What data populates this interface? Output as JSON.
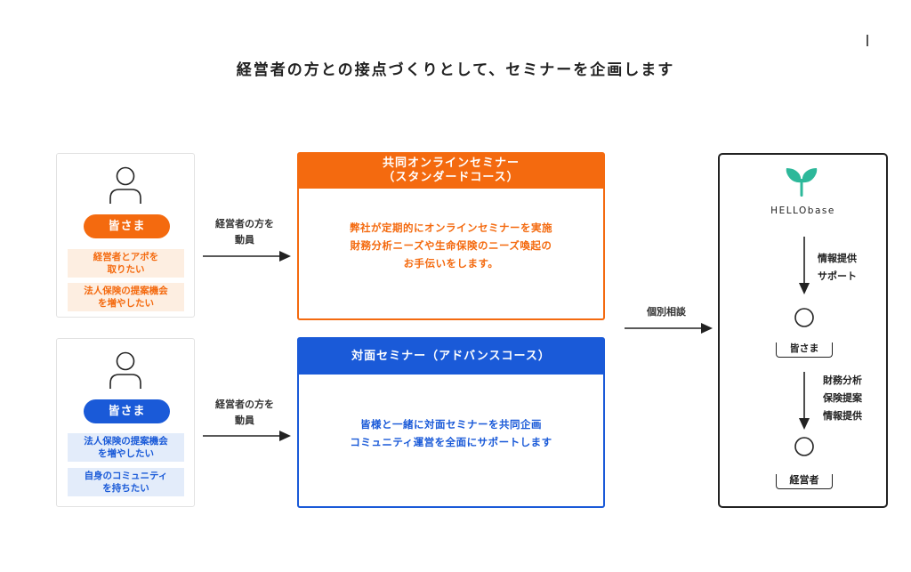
{
  "title": "経営者の方との接点づくりとして、セミナーを企画します",
  "colors": {
    "orange": "#f46a0f",
    "orange_light": "#fdeee1",
    "blue": "#1a5ad8",
    "blue_light": "#e3ecfa",
    "dark": "#222222"
  },
  "top_row": {
    "card": {
      "icon": "person-icon",
      "name": "皆さま",
      "needs": [
        "経営者とアポを\n取りたい",
        "法人保険の提案機会\nを増やしたい"
      ]
    },
    "arrow_label": "経営者の方を\n動員",
    "seminar": {
      "header": "共同オンラインセミナー\n（スタンダードコース）",
      "body": "弊社が定期的にオンラインセミナーを実施\n財務分析ニーズや生命保険のニーズ喚起の\nお手伝いをします。"
    }
  },
  "bottom_row": {
    "card": {
      "icon": "person-icon",
      "name": "皆さま",
      "needs": [
        "法人保険の提案機会\nを増やしたい",
        "自身のコミュニティ\nを持ちたい"
      ]
    },
    "arrow_label": "経営者の方を\n動員",
    "seminar": {
      "header": "対面セミナー（アドバンスコース）",
      "body": "皆様と一緒に対面セミナーを共同企画\nコミュニティ運営を全面にサポートします"
    }
  },
  "consult_label": "個別相談",
  "right_panel": {
    "logo_icon": "sprout-icon",
    "logo_text": "HELLObase",
    "support_label": "情報提供\nサポート",
    "middle_person": "皆さま",
    "offer_label": "財務分析\n保険提案\n情報提供",
    "bottom_person": "経営者"
  }
}
